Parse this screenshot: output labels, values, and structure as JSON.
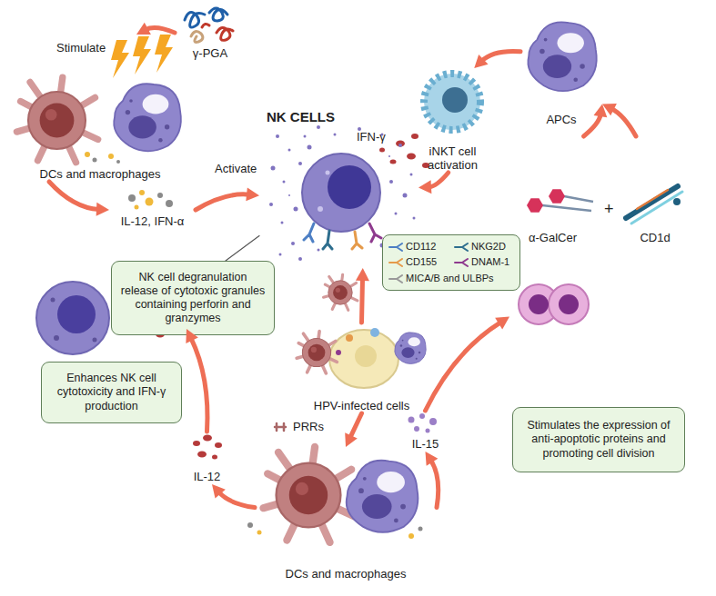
{
  "diagram": {
    "nodes": [
      {
        "text": [
          "γ-PGA"
        ]
      },
      {
        "text": [
          "APCs"
        ]
      },
      {
        "text": [
          "DCs and macrophages"
        ]
      },
      {
        "text": [
          "NK CELLS"
        ]
      },
      {
        "text": [
          "iNKT cell activation"
        ]
      },
      {
        "text": [
          "α-GalCer"
        ]
      },
      {
        "text": [
          "CD1d"
        ]
      },
      {
        "text": [
          "IL-12, IFN-α"
        ]
      },
      {
        "text": [
          "NK cell degranulation release of cytotoxic granules containing perforin and granzymes"
        ]
      },
      {
        "text": [
          "HPV-infected cells"
        ]
      },
      {
        "text": [
          "Enhances NK cell cytotoxicity and IFN-γ production"
        ]
      },
      {
        "text": [
          "Stimulates the expression of anti-apoptotic proteins and promoting cell division"
        ]
      },
      {
        "text": [
          "IL-12"
        ]
      },
      {
        "text": [
          "DCs and macrophages"
        ]
      },
      {
        "text": [
          "IL-15"
        ]
      }
    ],
    "edges": [
      {
        "from": 0,
        "to": 2,
        "arrow": "to",
        "label": "Stimulate"
      },
      {
        "from": 2,
        "to": 7,
        "arrow": "to"
      },
      {
        "from": 7,
        "to": 3,
        "arrow": "to",
        "label": "Activate"
      },
      {
        "from": 1,
        "to": 4,
        "arrow": "to"
      },
      {
        "from": 4,
        "to": 3,
        "arrow": "to"
      },
      {
        "from": 5,
        "to": 1,
        "arrow": "to"
      },
      {
        "from": 6,
        "to": 1,
        "arrow": "to"
      },
      {
        "from": 8,
        "to": 3,
        "arrow": "none"
      },
      {
        "from": 9,
        "to": 3,
        "arrow": "to"
      },
      {
        "from": 9,
        "to": 13,
        "arrow": "to"
      },
      {
        "from": 13,
        "to": 12,
        "arrow": "to"
      },
      {
        "from": 12,
        "to": 10,
        "arrow": "to"
      },
      {
        "from": 13,
        "to": 14,
        "arrow": "to"
      },
      {
        "from": 14,
        "to": 11,
        "arrow": "to"
      }
    ],
    "labels": [
      "IFN-γ",
      "+",
      "PRRs"
    ],
    "legend": [
      {
        "text": "CD112"
      },
      {
        "text": "NKG2D"
      },
      {
        "text": "CD155"
      },
      {
        "text": "DNAM-1"
      },
      {
        "text": "MICA/B and ULBPs"
      }
    ]
  }
}
